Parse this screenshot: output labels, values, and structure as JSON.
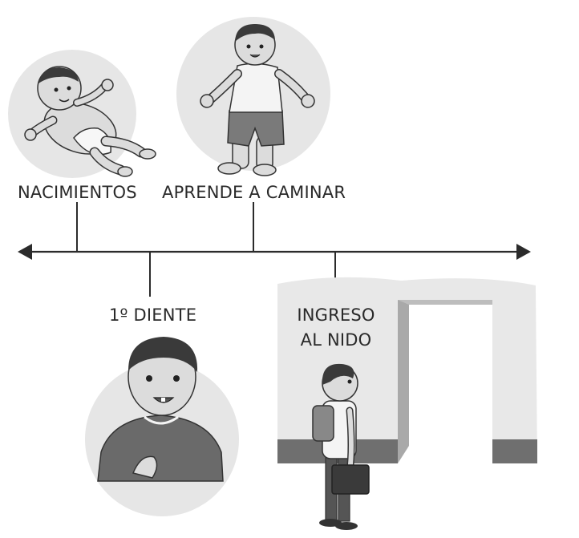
{
  "timeline": {
    "events": [
      {
        "id": "nacimientos",
        "label": "NACIMIENTOS"
      },
      {
        "id": "aprende",
        "label": "APRENDE A CAMINAR"
      },
      {
        "id": "diente",
        "label": "1º DIENTE"
      },
      {
        "id": "nido",
        "label_line1": "INGRESO",
        "label_line2": "AL NIDO"
      }
    ]
  },
  "colors": {
    "line": "#2b2b2b",
    "circle_bg": "#e6e6e6",
    "wall_bg": "#e8e8e8",
    "skin": "#dcdcdc",
    "hair": "#3a3a3a",
    "shirt_dark": "#6a6a6a",
    "shirt_light": "#f4f4f4",
    "shorts": "#7a7a7a"
  }
}
